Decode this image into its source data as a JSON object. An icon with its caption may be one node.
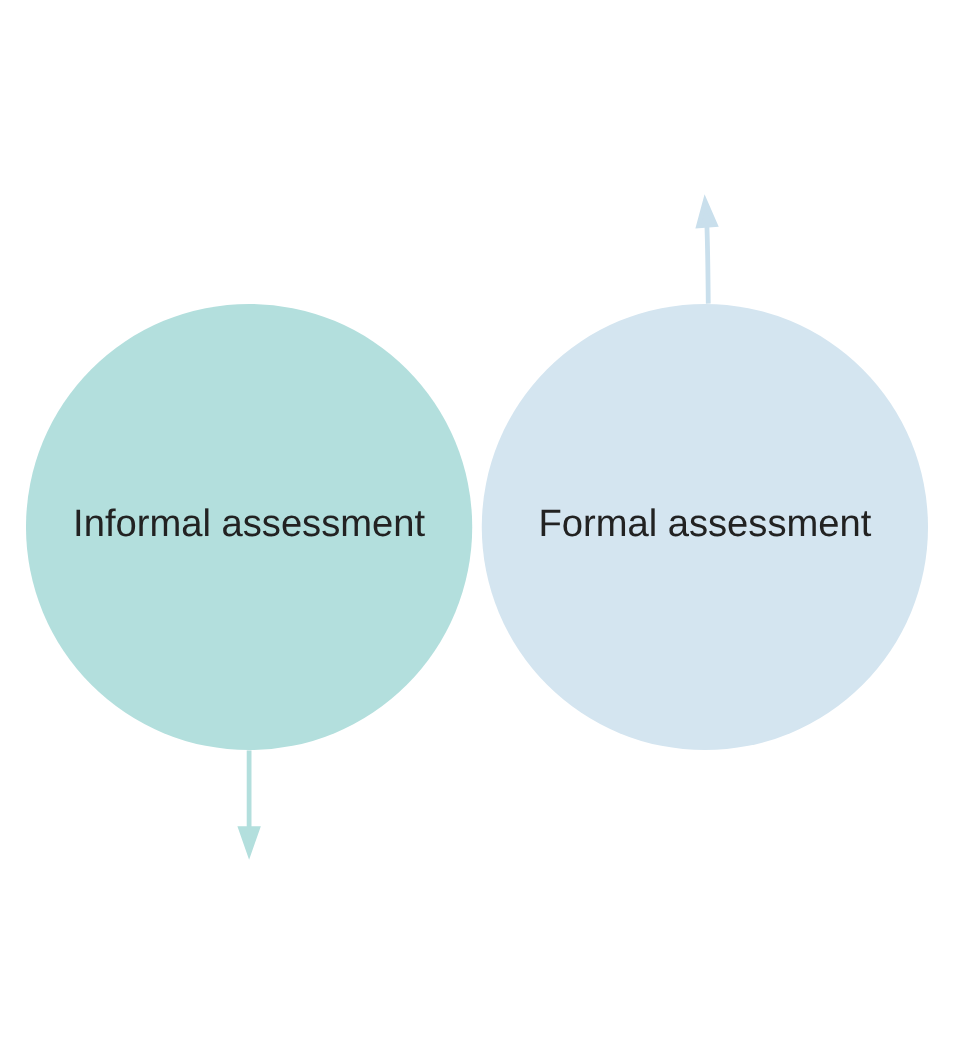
{
  "diagram": {
    "nodes": [
      {
        "text": [
          "Informal assessment"
        ]
      },
      {
        "text": [
          "Formal assessment"
        ]
      }
    ],
    "edges": [
      {
        "from": 0,
        "to": null,
        "arrow": "to",
        "color": "#b3dfdd"
      },
      {
        "from": 1,
        "to": null,
        "arrow": "to",
        "color": "#c9dfec"
      }
    ]
  }
}
